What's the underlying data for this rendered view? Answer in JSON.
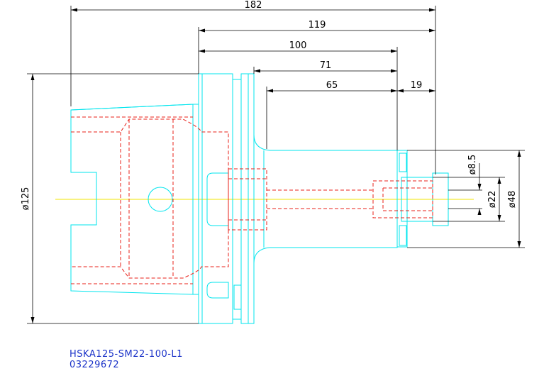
{
  "dimensions": {
    "overall_length": "182",
    "flange_to_tip": "119",
    "flange_to_face": "100",
    "body_length": "71",
    "shank_length": "65",
    "tip_length": "19",
    "d_bore": "ø8.5",
    "d_shank": "ø22",
    "d_body": "ø48",
    "d_flange": "ø125"
  },
  "caption": {
    "model": "HSKA125-SM22-100-L1",
    "code": "03229672"
  },
  "colors": {
    "outline": "#00e5ee",
    "hidden": "#e8201a",
    "centerline": "#f2e600",
    "dimension": "#000000",
    "caption": "#1a32c8"
  }
}
